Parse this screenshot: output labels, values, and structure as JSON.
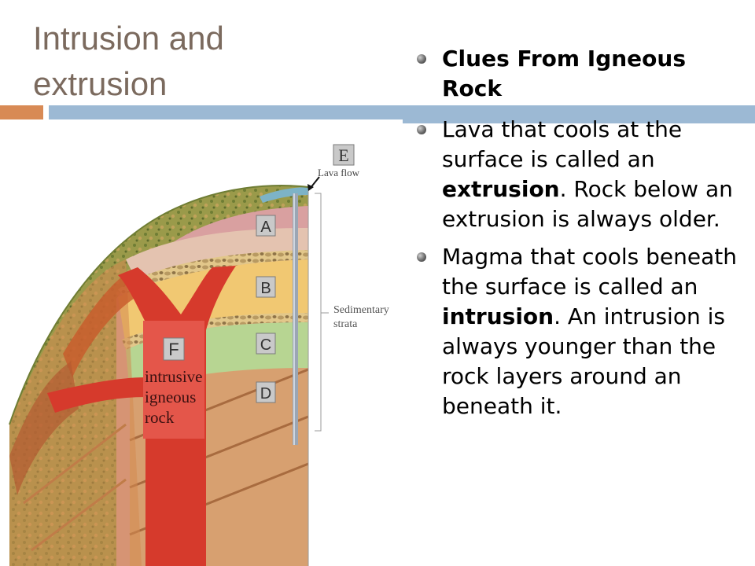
{
  "slide": {
    "title": "Intrusion and extrusion"
  },
  "bullets": {
    "heading": "Clues From Igneous Rock",
    "extrusion": {
      "pre": "Lava that cools at the surface is called an ",
      "term": "extrusion",
      "post": ". Rock below an extrusion is always older."
    },
    "intrusion": {
      "pre": "Magma that cools beneath the surface is called an ",
      "term": "intrusion",
      "post": ". An intrusion is always younger than the rock layers around an beneath it."
    }
  },
  "diagram": {
    "label_e": "E",
    "lava_flow": "Lava flow",
    "label_a": "A",
    "label_b": "B",
    "label_c": "C",
    "label_d": "D",
    "label_f": "F",
    "intrusive_1": "intrusive",
    "intrusive_2": "igneous",
    "intrusive_3": "rock",
    "sedimentary_1": "Sedimentary",
    "sedimentary_2": "strata"
  },
  "colors": {
    "title": "#7b6a5e",
    "accent_orange": "#d88a55",
    "accent_blue": "#9cb9d4",
    "intrusion_red": "#d63a2c"
  }
}
